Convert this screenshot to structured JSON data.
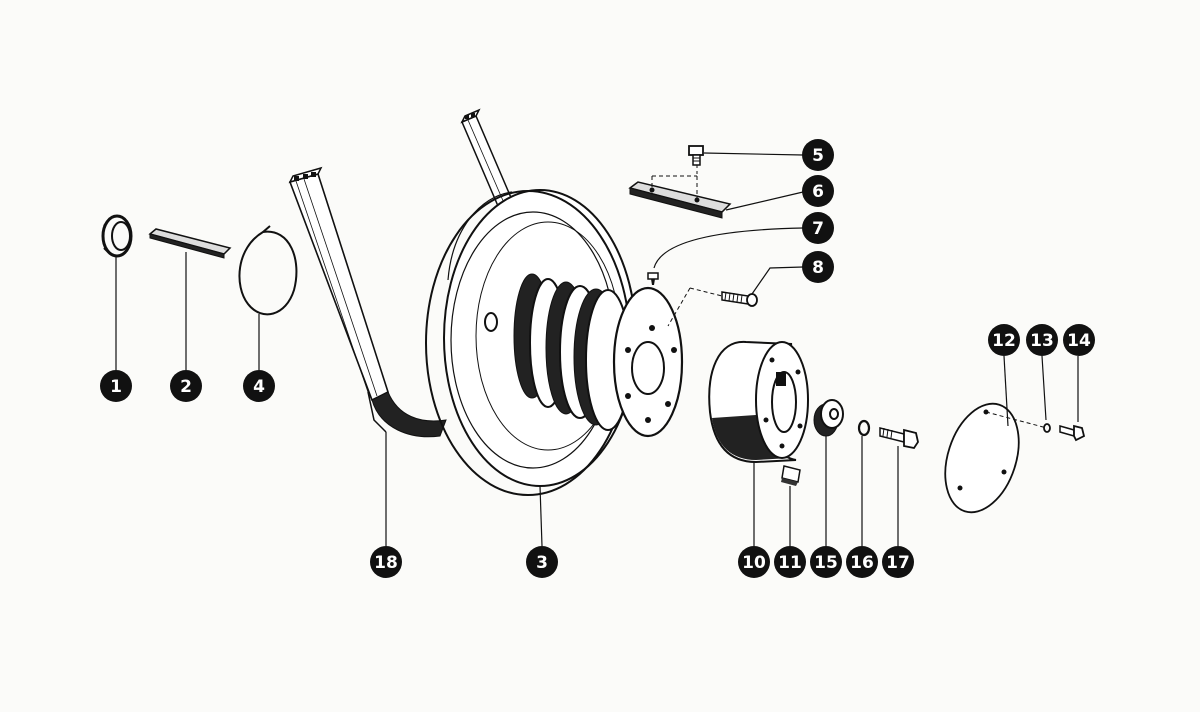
{
  "diagram": {
    "callouts": [
      {
        "id": "c1",
        "label": "1"
      },
      {
        "id": "c2",
        "label": "2"
      },
      {
        "id": "c4",
        "label": "4"
      },
      {
        "id": "c5",
        "label": "5"
      },
      {
        "id": "c6",
        "label": "6"
      },
      {
        "id": "c7",
        "label": "7"
      },
      {
        "id": "c8",
        "label": "8"
      },
      {
        "id": "c12",
        "label": "12"
      },
      {
        "id": "c13",
        "label": "13"
      },
      {
        "id": "c14",
        "label": "14"
      },
      {
        "id": "c18",
        "label": "18"
      },
      {
        "id": "c3",
        "label": "3"
      },
      {
        "id": "c10",
        "label": "10"
      },
      {
        "id": "c11",
        "label": "11"
      },
      {
        "id": "c15",
        "label": "15"
      },
      {
        "id": "c16",
        "label": "16"
      },
      {
        "id": "c17",
        "label": "17"
      }
    ]
  }
}
